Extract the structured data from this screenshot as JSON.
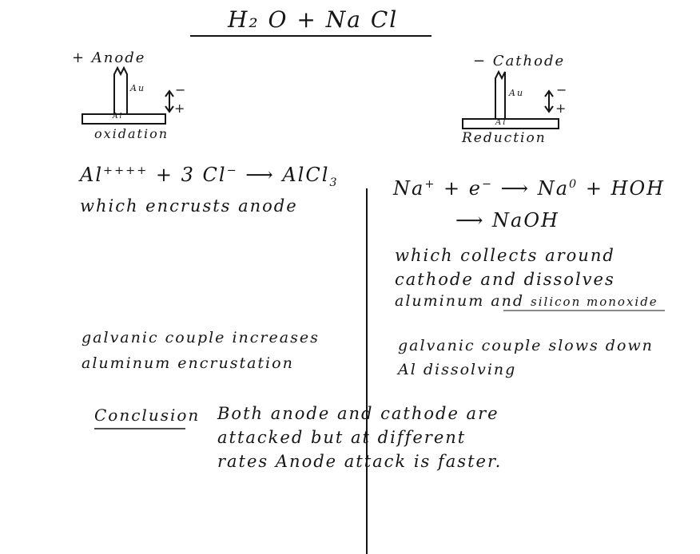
{
  "title": {
    "main": "H₂ O + Na Cl"
  },
  "anode": {
    "label": "+ Anode",
    "wire_label": "Au",
    "plate_label": "Al",
    "arrow_top": "−",
    "arrow_bottom": "+",
    "caption": "oxidation"
  },
  "cathode": {
    "label": "− Cathode",
    "wire_label": "Au",
    "plate_label": "Al",
    "arrow_top": "−",
    "arrow_bottom": "+",
    "caption": "Reduction"
  },
  "left_column": {
    "eq_start": "Al",
    "eq_charge": "++++",
    "eq_mid": "+ 3 Cl",
    "eq_charge2": "−",
    "eq_arrow": "⟶",
    "eq_product": "AlCl",
    "eq_sub": "3",
    "line2": "which encrusts anode",
    "galvanic_1": "galvanic couple increases",
    "galvanic_2": "aluminum encrustation"
  },
  "right_column": {
    "eq_a": "Na",
    "eq_a_sup": "+",
    "eq_b": "+ e",
    "eq_b_sup": "−",
    "eq_arrow": "⟶",
    "eq_c": "Na",
    "eq_c_sup": "0",
    "eq_d": "+ HOH",
    "eq2": "⟶ NaOH",
    "collects_1": "which collects around",
    "collects_2": "cathode and dissolves",
    "collects_3a": "aluminum and",
    "collects_3b": "silicon monoxide",
    "galvanic_1": "galvanic couple slows down",
    "galvanic_2": "Al dissolving"
  },
  "conclusion": {
    "label": "Conclusion",
    "line1": "Both anode and cathode are",
    "line2": "attacked but at different",
    "line3": "rates  Anode attack is faster."
  }
}
